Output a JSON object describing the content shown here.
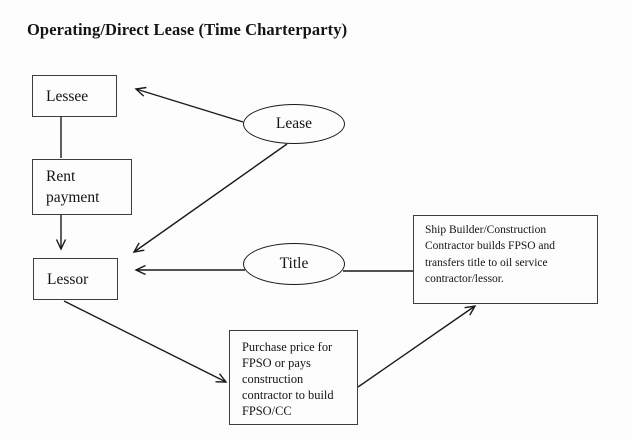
{
  "title": "Operating/Direct Lease (Time Charterparty)",
  "nodes": {
    "lessee": "Lessee",
    "rent_payment": "Rent payment",
    "lessor": "Lessor",
    "lease": "Lease",
    "title_oval": "Title",
    "ship_builder": "Ship Builder/Construction Contractor builds FPSO and transfers title to oil service contractor/lessor.",
    "purchase_price": "Purchase price for FPSO or pays construction contractor to build FPSO/CC"
  },
  "colors": {
    "background": "#fdfdfd",
    "line": "#1a1a1a",
    "box_border": "#3d3d3d",
    "text": "#141414"
  }
}
